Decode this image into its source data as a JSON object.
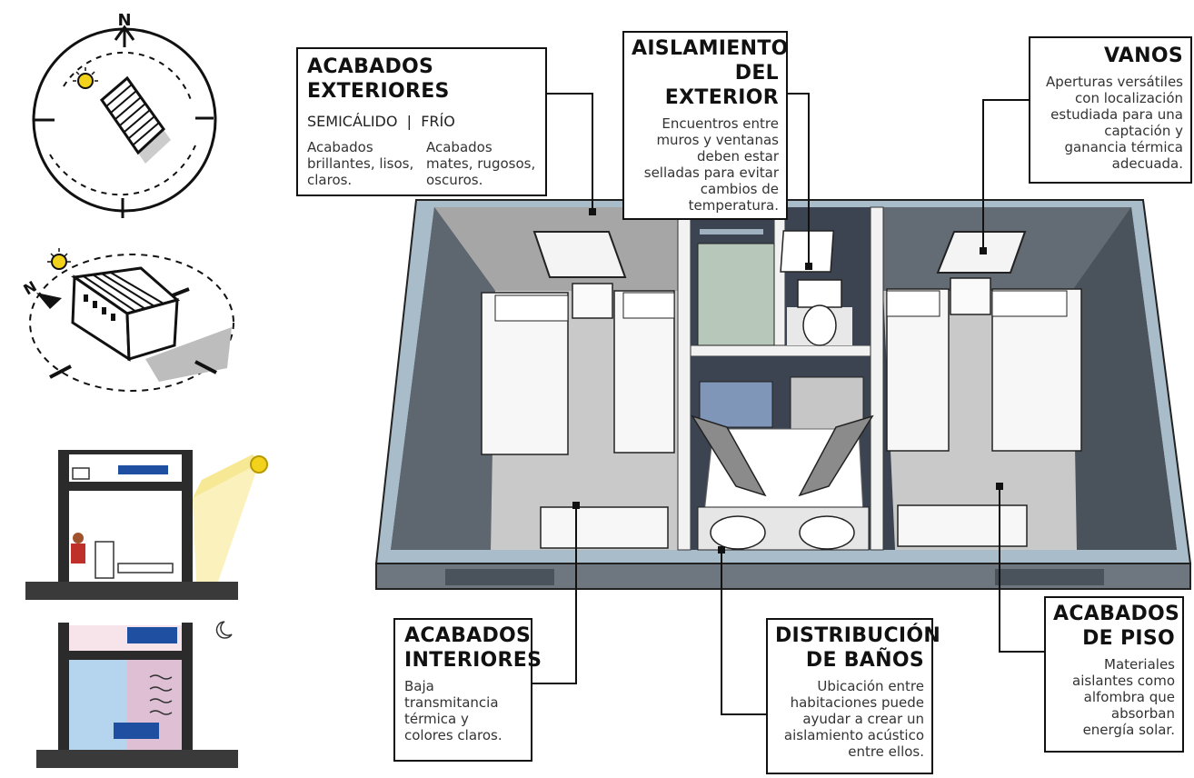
{
  "callouts": {
    "exteriores": {
      "title_line1": "ACABADOS",
      "title_line2": "EXTERIORES",
      "subtitle": "SEMICÁLIDO  |  FRÍO",
      "col1_lines": [
        "Acabados",
        "brillantes, lisos,",
        "claros."
      ],
      "col2_lines": [
        "Acabados",
        "mates, rugosos,",
        "oscuros."
      ]
    },
    "aislamiento": {
      "title_line1": "AISLAMIENTO",
      "title_line2": "DEL EXTERIOR",
      "body_lines": [
        "Encuentros entre",
        "muros y ventanas",
        "deben estar",
        "selladas para evitar",
        "cambios de",
        "temperatura."
      ]
    },
    "vanos": {
      "title": "VANOS",
      "body_lines": [
        "Aperturas versátiles",
        "con localización",
        "estudiada para una",
        "captación y",
        "ganancia térmica",
        "adecuada."
      ]
    },
    "interiores": {
      "title_line1": "ACABADOS",
      "title_line2": "INTERIORES",
      "body_lines": [
        "Baja",
        "transmitancia",
        "térmica y",
        "colores claros."
      ]
    },
    "banos": {
      "title_line1": "DISTRIBUCIÓN",
      "title_line2": "DE BAÑOS",
      "body_lines": [
        "Ubicación entre",
        "habitaciones puede",
        "ayudar a crear un",
        "aislamiento acústico",
        "entre ellos."
      ]
    },
    "piso": {
      "title_line1": "ACABADOS",
      "title_line2": "DE PISO",
      "body_lines": [
        "Materiales",
        "aislantes como",
        "alfombra que",
        "absorban",
        "energía solar."
      ]
    }
  },
  "sketches": {
    "north_label_1": "N",
    "north_label_2": "N"
  },
  "colors": {
    "outer_wall": "#a9bcc9",
    "wall_dark": "#3b4450",
    "wall_mid": "#6d7480",
    "floor": "#c9c9c9",
    "sun": "#f2d21a",
    "blanket": "#1f4fa0"
  }
}
